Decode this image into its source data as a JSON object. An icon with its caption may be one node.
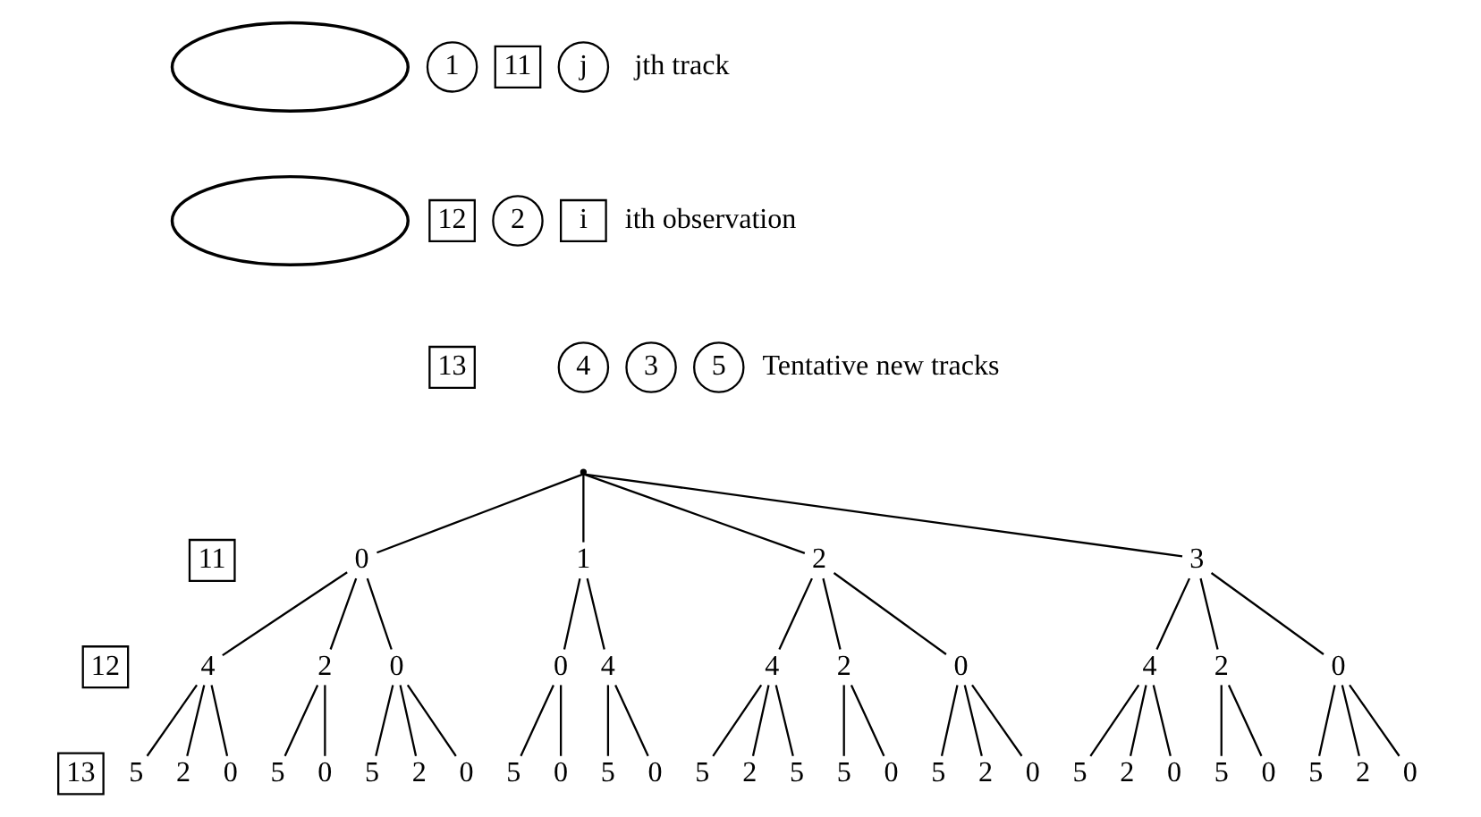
{
  "diagram": {
    "nodes": [
      {
        "text": [],
        "shape": "ellipse"
      },
      {
        "text": [],
        "shape": "ellipse"
      },
      {
        "text": [
          "1"
        ]
      },
      {
        "text": [
          "11"
        ]
      },
      {
        "text": [
          "12"
        ]
      },
      {
        "text": [
          "2"
        ]
      },
      {
        "text": [
          "13"
        ]
      },
      {
        "text": [
          "j"
        ],
        "beside": [
          "jth track"
        ]
      },
      {
        "text": [
          "i"
        ],
        "beside": [
          "ith observation"
        ]
      },
      {
        "text": [
          "3"
        ]
      },
      {
        "text": [
          "4"
        ]
      },
      {
        "text": [
          "5"
        ]
      },
      {
        "text": [],
        "shape": "point"
      },
      {
        "text": [
          "11"
        ]
      },
      {
        "text": [
          "0"
        ]
      },
      {
        "text": [
          "1"
        ]
      },
      {
        "text": [
          "2"
        ]
      },
      {
        "text": [
          "3"
        ]
      },
      {
        "text": [
          "12"
        ]
      },
      {
        "text": [
          "4"
        ]
      },
      {
        "text": [
          "2"
        ]
      },
      {
        "text": [
          "0"
        ]
      },
      {
        "text": [
          "0"
        ]
      },
      {
        "text": [
          "4"
        ]
      },
      {
        "text": [
          "4"
        ]
      },
      {
        "text": [
          "2"
        ]
      },
      {
        "text": [
          "0"
        ]
      },
      {
        "text": [
          "4"
        ]
      },
      {
        "text": [
          "2"
        ]
      },
      {
        "text": [
          "0"
        ]
      },
      {
        "text": [
          "13"
        ]
      },
      {
        "text": [
          "5"
        ]
      },
      {
        "text": [
          "2"
        ]
      },
      {
        "text": [
          "0"
        ]
      },
      {
        "text": [
          "5"
        ]
      },
      {
        "text": [
          "0"
        ]
      },
      {
        "text": [
          "5"
        ]
      },
      {
        "text": [
          "2"
        ]
      },
      {
        "text": [
          "0"
        ]
      },
      {
        "text": [
          "5"
        ]
      },
      {
        "text": [
          "0"
        ]
      },
      {
        "text": [
          "5"
        ]
      },
      {
        "text": [
          "0"
        ]
      },
      {
        "text": [
          "5"
        ]
      },
      {
        "text": [
          "2"
        ]
      },
      {
        "text": [
          "5"
        ]
      },
      {
        "text": [
          "5"
        ]
      },
      {
        "text": [
          "0"
        ]
      },
      {
        "text": [
          "5"
        ]
      },
      {
        "text": [
          "2"
        ]
      },
      {
        "text": [
          "0"
        ]
      },
      {
        "text": [
          "5"
        ]
      },
      {
        "text": [
          "2"
        ]
      },
      {
        "text": [
          "0"
        ]
      },
      {
        "text": [
          "5"
        ]
      },
      {
        "text": [
          "0"
        ]
      },
      {
        "text": [
          "5"
        ]
      },
      {
        "text": [
          "2"
        ]
      },
      {
        "text": [
          "0"
        ]
      }
    ],
    "edges": [
      {
        "from": 12,
        "to": 14,
        "arrow": "none"
      },
      {
        "from": 12,
        "to": 15,
        "arrow": "none"
      },
      {
        "from": 12,
        "to": 16,
        "arrow": "none"
      },
      {
        "from": 12,
        "to": 17,
        "arrow": "none"
      },
      {
        "from": 14,
        "to": 19,
        "arrow": "none"
      },
      {
        "from": 14,
        "to": 20,
        "arrow": "none"
      },
      {
        "from": 14,
        "to": 21,
        "arrow": "none"
      },
      {
        "from": 15,
        "to": 22,
        "arrow": "none"
      },
      {
        "from": 15,
        "to": 23,
        "arrow": "none"
      },
      {
        "from": 16,
        "to": 24,
        "arrow": "none"
      },
      {
        "from": 16,
        "to": 25,
        "arrow": "none"
      },
      {
        "from": 16,
        "to": 26,
        "arrow": "none"
      },
      {
        "from": 17,
        "to": 27,
        "arrow": "none"
      },
      {
        "from": 17,
        "to": 28,
        "arrow": "none"
      },
      {
        "from": 17,
        "to": 29,
        "arrow": "none"
      },
      {
        "from": 19,
        "to": 31,
        "arrow": "none"
      },
      {
        "from": 19,
        "to": 32,
        "arrow": "none"
      },
      {
        "from": 19,
        "to": 33,
        "arrow": "none"
      },
      {
        "from": 20,
        "to": 34,
        "arrow": "none"
      },
      {
        "from": 20,
        "to": 35,
        "arrow": "none"
      },
      {
        "from": 21,
        "to": 36,
        "arrow": "none"
      },
      {
        "from": 21,
        "to": 37,
        "arrow": "none"
      },
      {
        "from": 21,
        "to": 38,
        "arrow": "none"
      },
      {
        "from": 22,
        "to": 39,
        "arrow": "none"
      },
      {
        "from": 22,
        "to": 40,
        "arrow": "none"
      },
      {
        "from": 23,
        "to": 41,
        "arrow": "none"
      },
      {
        "from": 23,
        "to": 42,
        "arrow": "none"
      },
      {
        "from": 24,
        "to": 43,
        "arrow": "none"
      },
      {
        "from": 24,
        "to": 44,
        "arrow": "none"
      },
      {
        "from": 24,
        "to": 45,
        "arrow": "none"
      },
      {
        "from": 25,
        "to": 46,
        "arrow": "none"
      },
      {
        "from": 25,
        "to": 47,
        "arrow": "none"
      },
      {
        "from": 26,
        "to": 48,
        "arrow": "none"
      },
      {
        "from": 26,
        "to": 49,
        "arrow": "none"
      },
      {
        "from": 26,
        "to": 50,
        "arrow": "none"
      },
      {
        "from": 27,
        "to": 51,
        "arrow": "none"
      },
      {
        "from": 27,
        "to": 52,
        "arrow": "none"
      },
      {
        "from": 27,
        "to": 53,
        "arrow": "none"
      },
      {
        "from": 28,
        "to": 54,
        "arrow": "none"
      },
      {
        "from": 28,
        "to": 55,
        "arrow": "none"
      },
      {
        "from": 29,
        "to": 56,
        "arrow": "none"
      },
      {
        "from": 29,
        "to": 57,
        "arrow": "none"
      },
      {
        "from": 29,
        "to": 58,
        "arrow": "none"
      }
    ],
    "labels": [
      "Tentative new tracks"
    ]
  }
}
